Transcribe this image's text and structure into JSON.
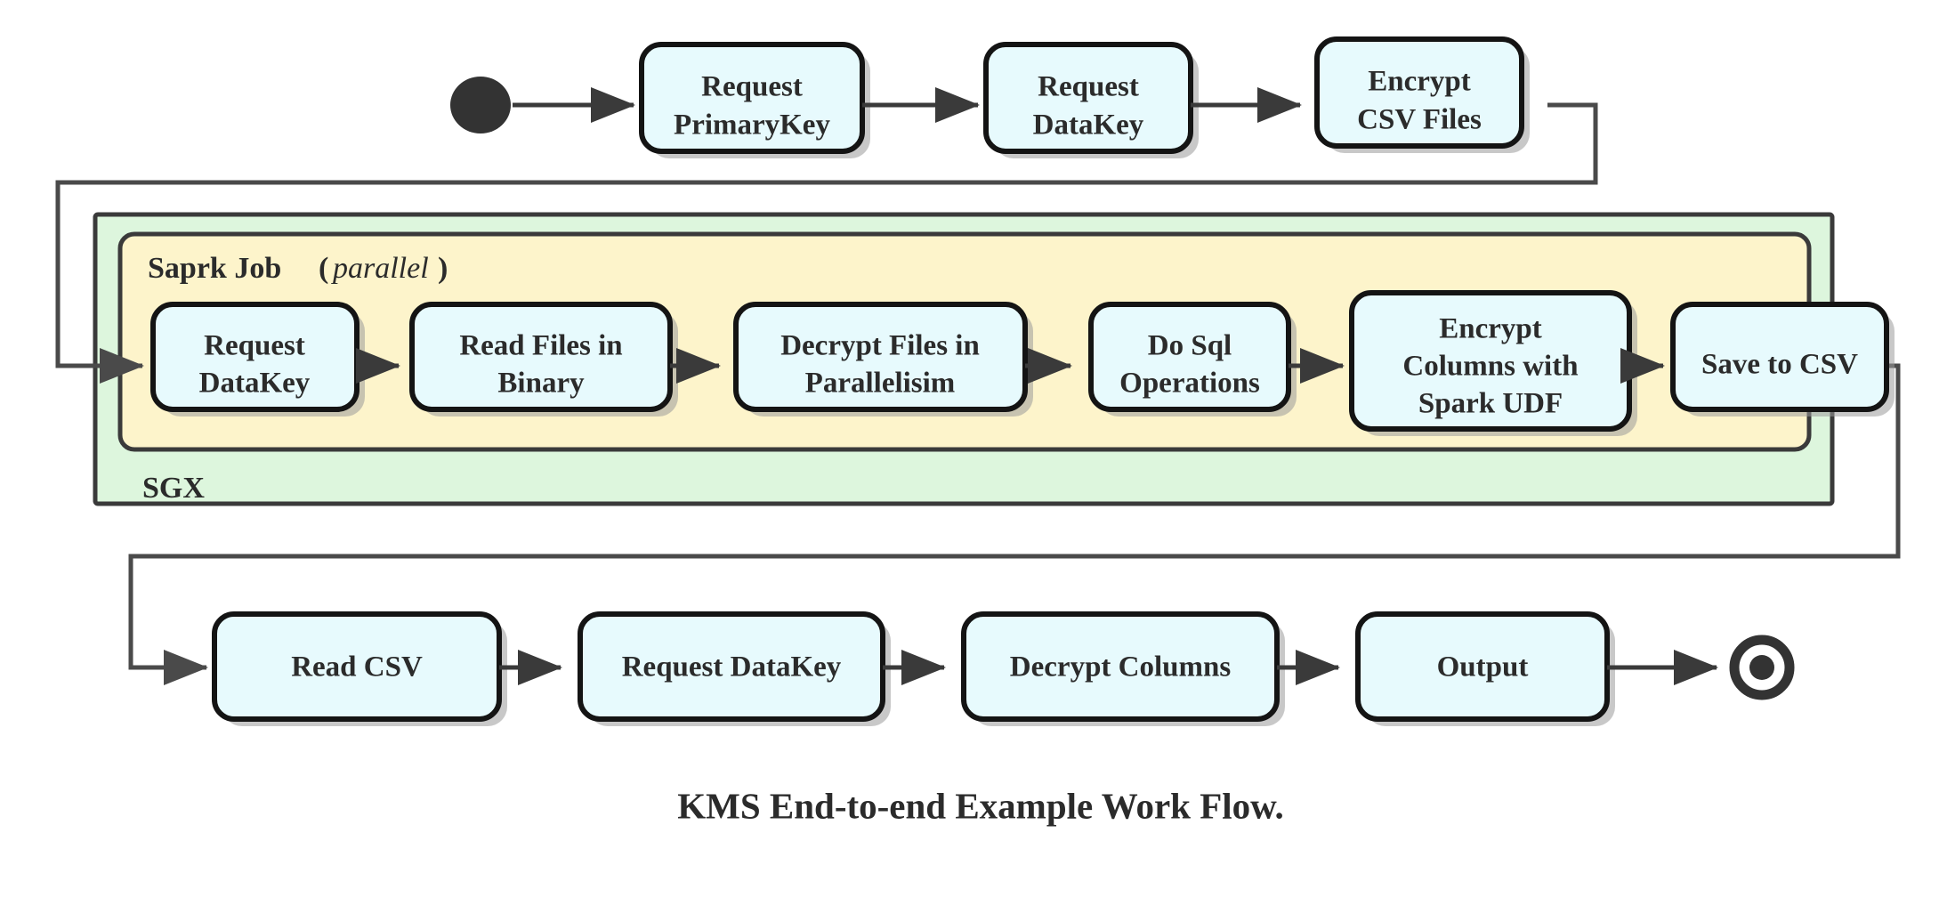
{
  "diagram": {
    "title": "KMS End-to-end Example Work Flow.",
    "type": "activity-flowchart",
    "colors": {
      "node_fill": "#e7fafd",
      "node_stroke": "#141414",
      "sgx_fill": "#ddf6dd",
      "sgx_stroke": "#3a3a3a",
      "spark_fill": "#fdf4cb",
      "spark_stroke": "#3a3a3a",
      "edge": "#3a3a3a",
      "text": "#2b2b2b",
      "start_node": "#333333",
      "end_node": "#333333",
      "page_background": "#ffffff"
    },
    "start_node": {
      "name": "start-node",
      "shape": "filled-circle"
    },
    "end_node": {
      "name": "end-node",
      "shape": "ring-with-dot"
    },
    "groups": [
      {
        "id": "sgx",
        "label": "SGX",
        "label_position": "bottom-left",
        "fill": "#ddf6dd"
      },
      {
        "id": "spark-job",
        "label": "Saprk Job",
        "label_suffix_open": "(",
        "label_suffix_italic": "parallel",
        "label_suffix_close": ")",
        "label_position": "top-left",
        "fill": "#fdf4cb"
      }
    ],
    "rows": {
      "top": {
        "name": "top-row",
        "nodes": [
          {
            "id": "request-primarykey",
            "lines": [
              "Request",
              "PrimaryKey"
            ]
          },
          {
            "id": "request-datakey-top",
            "lines": [
              "Request",
              "DataKey"
            ]
          },
          {
            "id": "encrypt-csv-files",
            "lines": [
              "Encrypt",
              "CSV Files"
            ]
          }
        ]
      },
      "spark": {
        "name": "spark-row",
        "nodes": [
          {
            "id": "request-datakey-spark",
            "lines": [
              "Request",
              "DataKey"
            ]
          },
          {
            "id": "read-files-in-binary",
            "lines": [
              "Read Files in",
              "Binary"
            ]
          },
          {
            "id": "decrypt-files-in-parallelisim",
            "lines": [
              "Decrypt Files in",
              "Parallelisim"
            ]
          },
          {
            "id": "do-sql-operations",
            "lines": [
              "Do Sql",
              "Operations"
            ]
          },
          {
            "id": "encrypt-columns-with-spark-udf",
            "lines": [
              "Encrypt",
              "Columns with",
              "Spark UDF"
            ]
          },
          {
            "id": "save-to-csv",
            "lines": [
              "Save to CSV"
            ]
          }
        ]
      },
      "bottom": {
        "name": "bottom-row",
        "nodes": [
          {
            "id": "read-csv",
            "lines": [
              "Read CSV"
            ]
          },
          {
            "id": "request-datakey-bottom",
            "lines": [
              "Request DataKey"
            ]
          },
          {
            "id": "decrypt-columns",
            "lines": [
              "Decrypt Columns"
            ]
          },
          {
            "id": "output",
            "lines": [
              "Output"
            ]
          }
        ]
      }
    },
    "edges": [
      {
        "from": "start-node",
        "to": "request-primarykey",
        "kind": "straight"
      },
      {
        "from": "request-primarykey",
        "to": "request-datakey-top",
        "kind": "straight"
      },
      {
        "from": "request-datakey-top",
        "to": "encrypt-csv-files",
        "kind": "straight"
      },
      {
        "from": "encrypt-csv-files",
        "to": "request-datakey-spark",
        "kind": "routed-left-wrap"
      },
      {
        "from": "request-datakey-spark",
        "to": "read-files-in-binary",
        "kind": "straight"
      },
      {
        "from": "read-files-in-binary",
        "to": "decrypt-files-in-parallelisim",
        "kind": "straight"
      },
      {
        "from": "decrypt-files-in-parallelisim",
        "to": "do-sql-operations",
        "kind": "straight"
      },
      {
        "from": "do-sql-operations",
        "to": "encrypt-columns-with-spark-udf",
        "kind": "straight"
      },
      {
        "from": "encrypt-columns-with-spark-udf",
        "to": "save-to-csv",
        "kind": "straight"
      },
      {
        "from": "save-to-csv",
        "to": "read-csv",
        "kind": "routed-right-wrap"
      },
      {
        "from": "read-csv",
        "to": "request-datakey-bottom",
        "kind": "straight"
      },
      {
        "from": "request-datakey-bottom",
        "to": "decrypt-columns",
        "kind": "straight"
      },
      {
        "from": "decrypt-columns",
        "to": "output",
        "kind": "straight"
      },
      {
        "from": "output",
        "to": "end-node",
        "kind": "straight"
      }
    ]
  }
}
